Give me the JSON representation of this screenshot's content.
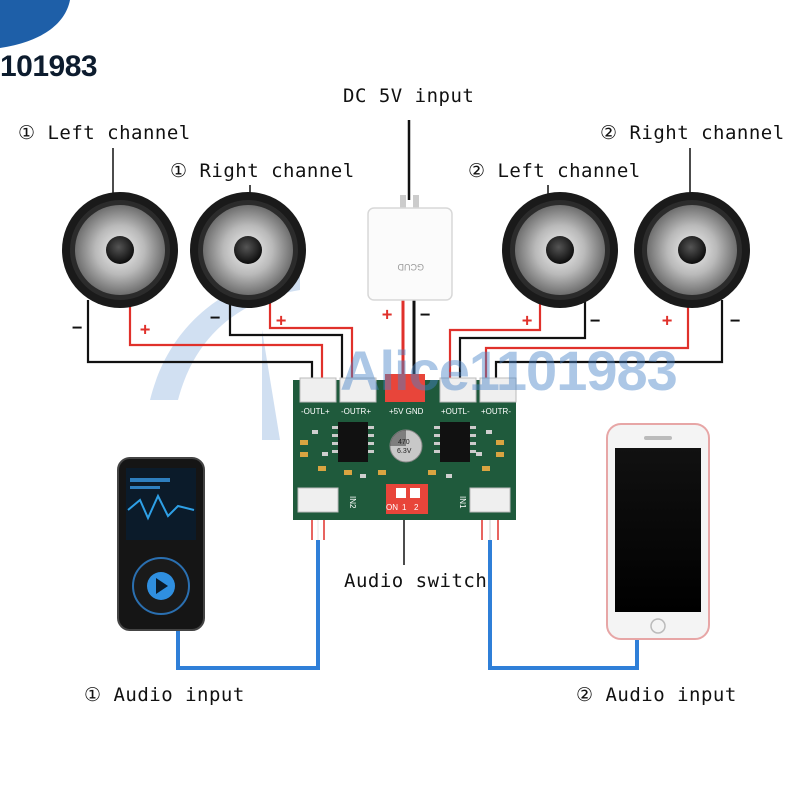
{
  "watermark_logo": "101983",
  "watermark_center": "Alice1101983",
  "labels": {
    "dc_input": "DC 5V input",
    "left1": "① Left channel",
    "right1": "① Right channel",
    "left2": "② Left channel",
    "right2": "② Right channel",
    "audio_switch": "Audio switch",
    "audio_in1": "① Audio input",
    "audio_in2": "② Audio input"
  },
  "polarity": {
    "plus": "+",
    "minus": "−"
  },
  "board": {
    "outl_plus": "-OUTL+",
    "outr_plus": "-OUTR+",
    "power_pins": "+5V GND",
    "outl_minus": "+OUTL-",
    "outr_minus": "+OUTR-",
    "in2": "IN2",
    "in1": "IN1",
    "cap_top": "470",
    "cap_bottom": "6.3V",
    "switch_on": "ON",
    "switch_1": "1",
    "switch_2": "2"
  },
  "adapter_text": "GCUD",
  "colors": {
    "pcb": "#1f5a3c",
    "wire_red": "#e0312b",
    "wire_blue": "#2f7fd8",
    "wire_black": "#111111",
    "switch_red": "#e8453a"
  }
}
